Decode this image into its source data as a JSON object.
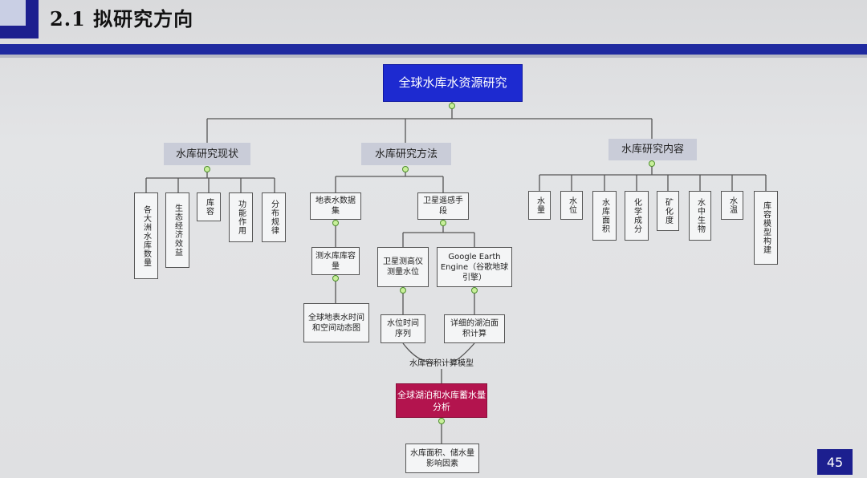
{
  "header": {
    "title": "2.1 拟研究方向"
  },
  "root": "全球水库水资源研究",
  "branches": {
    "status": {
      "label": "水库研究现状",
      "items": [
        "各大洲水库数量",
        "生态经济效益",
        "库容",
        "功能作用",
        "分布规律"
      ]
    },
    "method": {
      "label": "水库研究方法",
      "surface_data": "地表水数据集",
      "derived_capacity": "测水库库容量",
      "global_map": "全球地表水时间和空间动态图",
      "remote_sensing": "卫星遥感手段",
      "altimetry": "卫星测高仪测量水位",
      "gee": "Google Earth Engine（谷歌地球引擎）",
      "water_level_series": "水位时间序列",
      "lake_area": "详细的湖泊面积计算",
      "model_label": "水库容积计算模型",
      "analysis": "全球湖泊和水库蓄水量分析",
      "factors": "水库面积、储水量影响因素"
    },
    "content": {
      "label": "水库研究内容",
      "items": [
        "水量",
        "水位",
        "水库面积",
        "化学成分",
        "矿化度",
        "水中生物",
        "水温",
        "库容模型构建"
      ]
    }
  },
  "page_number": "45"
}
